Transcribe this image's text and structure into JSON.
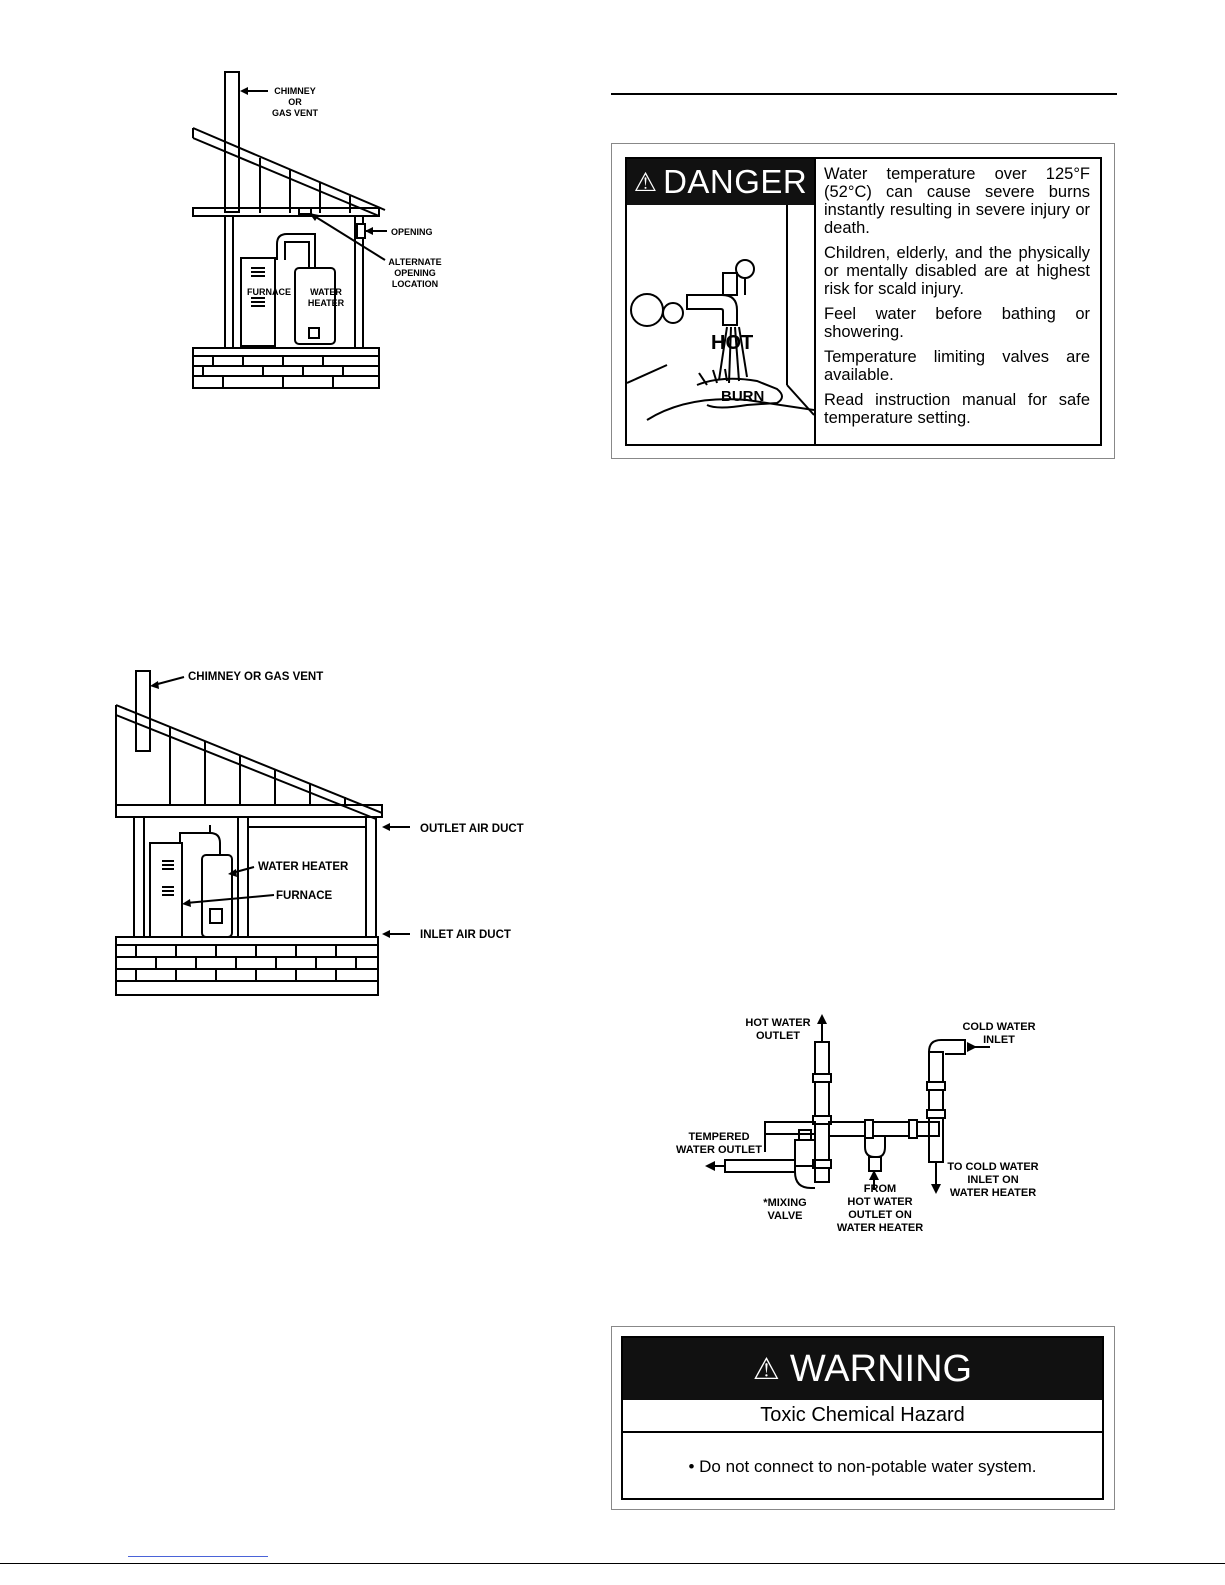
{
  "fig1": {
    "chimney_label": [
      "CHIMNEY",
      "OR",
      "GAS VENT"
    ],
    "opening_label": "OPENING",
    "alternate_label": [
      "ALTERNATE",
      "OPENING",
      "LOCATION"
    ],
    "furnace_label": "FURNACE",
    "water_heater_label": [
      "WATER",
      "HEATER"
    ]
  },
  "danger": {
    "header": "DANGER",
    "art_hot": "HOT",
    "art_burn": "BURN",
    "paragraphs": [
      "Water temperature over 125°F (52°C) can cause severe burns instantly resulting in severe injury or death.",
      "Children, elderly, and the physically or mentally disabled are at highest risk for scald injury.",
      "Feel water before bathing or showering.",
      "Temperature limiting valves are available.",
      "Read instruction manual for safe temperature setting."
    ]
  },
  "fig2": {
    "chimney_label": "CHIMNEY OR GAS VENT",
    "outlet_label": "OUTLET AIR DUCT",
    "water_heater_label": "WATER HEATER",
    "furnace_label": "FURNACE",
    "inlet_label": "INLET AIR DUCT"
  },
  "fig3": {
    "hot_outlet": [
      "HOT WATER",
      "OUTLET"
    ],
    "cold_inlet": [
      "COLD WATER",
      "INLET"
    ],
    "tempered": [
      "TEMPERED",
      "WATER OUTLET"
    ],
    "mixing": [
      "*MIXING",
      "VALVE"
    ],
    "from_hot": [
      "FROM",
      "HOT WATER",
      "OUTLET ON",
      "WATER HEATER"
    ],
    "to_cold": [
      "TO COLD WATER",
      "INLET ON",
      "WATER HEATER"
    ]
  },
  "warning": {
    "header": "WARNING",
    "subtitle": "Toxic Chemical Hazard",
    "body": "• Do not connect to non-potable water system."
  }
}
